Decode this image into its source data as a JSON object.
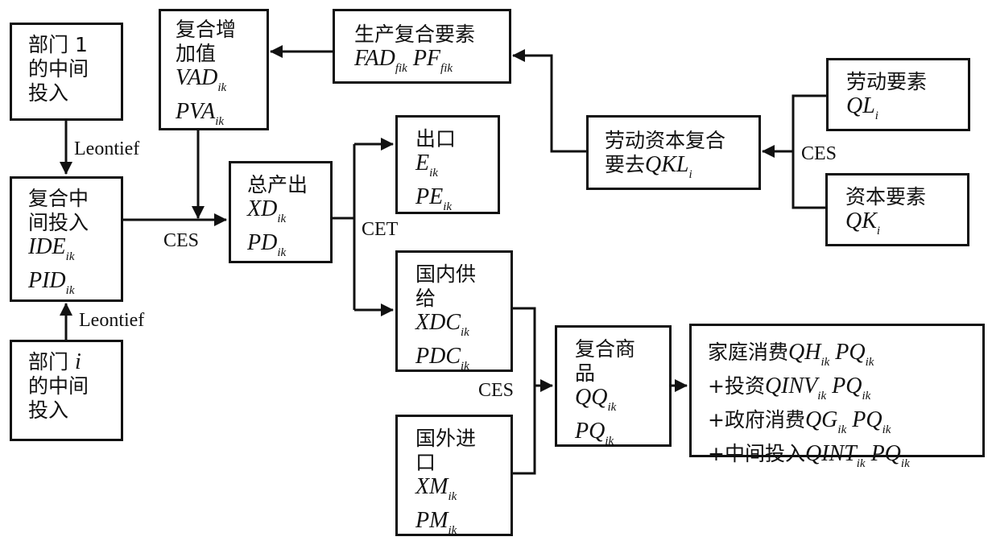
{
  "diagram": {
    "nodes": {
      "sector1_input": {
        "lines": [
          "部门 1",
          "的中间",
          "投入"
        ]
      },
      "sectori_input": {
        "line1_prefix": "部门 ",
        "line1_var": "i",
        "lines": [
          "的中间",
          "投入"
        ]
      },
      "composite_intermediate": {
        "lines": [
          "复合中",
          "间投入"
        ],
        "vars": [
          {
            "v": "IDE",
            "s": "ik"
          },
          {
            "v": "PID",
            "s": "ik"
          }
        ]
      },
      "composite_value_added": {
        "lines": [
          "复合增",
          "加值"
        ],
        "vars": [
          {
            "v": "VAD",
            "s": "ik"
          },
          {
            "v": "PVA",
            "s": "ik"
          }
        ]
      },
      "production_factor": {
        "line": "生产复合要素",
        "vars": [
          {
            "v": "FAD",
            "s": "fik"
          },
          {
            "v": "PF",
            "s": "fik"
          }
        ]
      },
      "labor_capital_composite": {
        "lines": [
          "劳动资本复合",
          "要去"
        ],
        "var": {
          "v": "QKL",
          "s": "i"
        }
      },
      "labor_factor": {
        "line": "劳动要素",
        "var": {
          "v": "QL",
          "s": "i"
        }
      },
      "capital_factor": {
        "line": "资本要素",
        "var": {
          "v": "QK",
          "s": "i"
        }
      },
      "total_output": {
        "line": "总产出",
        "vars": [
          {
            "v": "XD",
            "s": "ik"
          },
          {
            "v": "PD",
            "s": "ik"
          }
        ]
      },
      "export": {
        "line": "出口",
        "vars": [
          {
            "v": "E",
            "s": "ik"
          },
          {
            "v": "PE",
            "s": "ik"
          }
        ]
      },
      "domestic_supply": {
        "lines": [
          "国内供",
          "给"
        ],
        "vars": [
          {
            "v": "XDC",
            "s": "ik"
          },
          {
            "v": "PDC",
            "s": "ik"
          }
        ]
      },
      "import": {
        "lines": [
          "国外进",
          "口"
        ],
        "vars": [
          {
            "v": "XM",
            "s": "ik"
          },
          {
            "v": "PM",
            "s": "ik"
          }
        ]
      },
      "composite_commodity": {
        "lines": [
          "复合商",
          "品"
        ],
        "vars": [
          {
            "v": "QQ",
            "s": "ik"
          },
          {
            "v": "PQ",
            "s": "ik"
          }
        ]
      },
      "final_demand": {
        "rows": [
          {
            "prefix": "家庭消费",
            "v1": "QH",
            "s1": "ik",
            "v2": "PQ",
            "s2": "ik"
          },
          {
            "prefix": "+投资",
            "v1": "QINV",
            "s1": "ik",
            "v2": "PQ",
            "s2": "ik"
          },
          {
            "prefix": "+政府消费",
            "v1": "QG",
            "s1": "ik",
            "v2": "PQ",
            "s2": "ik"
          },
          {
            "prefix": "+中间投入",
            "v1": "QINT",
            "s1": "ik",
            "v2": "PQ",
            "s2": "ik"
          }
        ]
      }
    },
    "edge_labels": {
      "leontief_top": "Leontief",
      "leontief_bottom": "Leontief",
      "ces_output": "CES",
      "cet": "CET",
      "ces_factors": "CES",
      "ces_armington": "CES"
    }
  }
}
